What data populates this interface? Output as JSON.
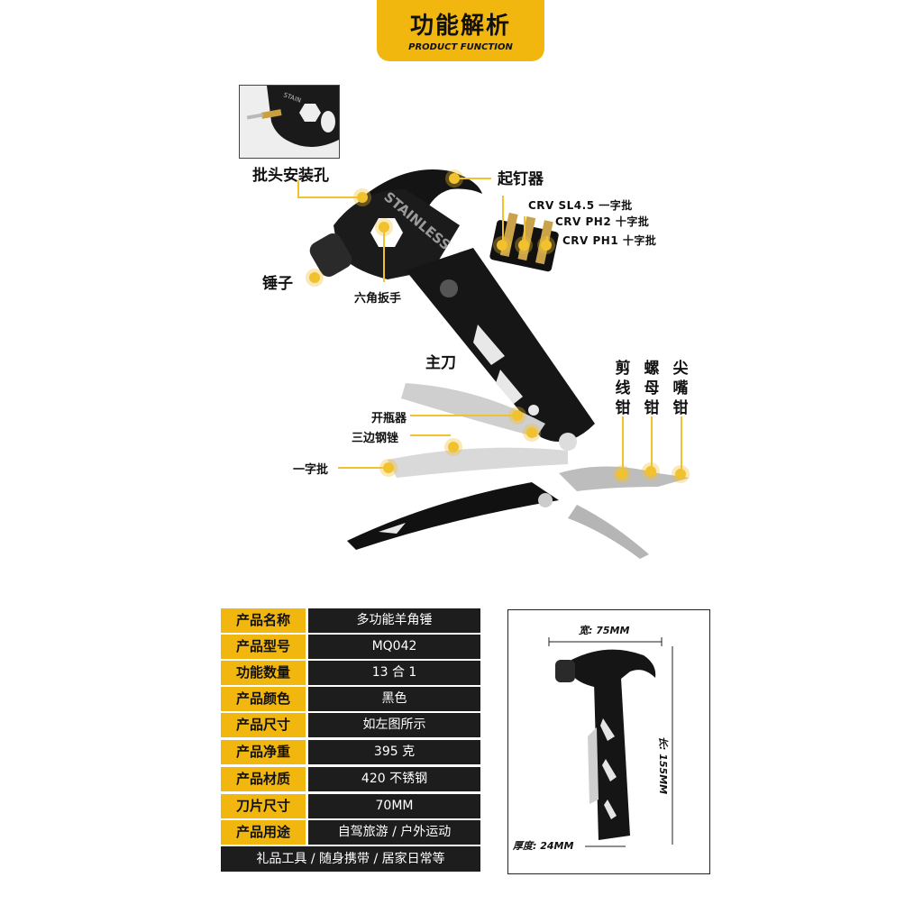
{
  "banner": {
    "title": "功能解析",
    "subtitle": "PRODUCT FUNCTION"
  },
  "callouts": {
    "bit_hole": "批头安装孔",
    "claw": "起钉器",
    "crv_sl": "CRV SL4.5 一字批",
    "crv_ph2": "CRV PH2 十字批",
    "crv_ph1": "CRV PH1 十字批",
    "hammer": "锤子",
    "hex_wrench": "六角扳手",
    "main_knife": "主刀",
    "bottle_opener": "开瓶器",
    "file": "三边钢锉",
    "flat_driver": "一字批",
    "wire_cutter": "剪线钳",
    "nut_plier": "螺母钳",
    "needle_nose": "尖嘴钳"
  },
  "specs": [
    {
      "key": "产品名称",
      "value": "多功能羊角锤"
    },
    {
      "key": "产品型号",
      "value": "MQ042"
    },
    {
      "key": "功能数量",
      "value": "13 合 1"
    },
    {
      "key": "产品颜色",
      "value": "黑色"
    },
    {
      "key": "产品尺寸",
      "value": "如左图所示"
    },
    {
      "key": "产品净重",
      "value": "395 克"
    },
    {
      "key": "产品材质",
      "value": "420 不锈钢"
    },
    {
      "key": "刀片尺寸",
      "value": "70MM"
    },
    {
      "key": "产品用途",
      "value": "自驾旅游 / 户外运动"
    }
  ],
  "footer": "礼品工具 / 随身携带 / 居家日常等",
  "dimensions": {
    "width": "宽: 75MM",
    "length": "长: 155MM",
    "thickness": "厚度: 24MM"
  },
  "engraving": "STAINLESS",
  "colors": {
    "accent": "#f2b70f",
    "dark": "#1d1d1d"
  }
}
